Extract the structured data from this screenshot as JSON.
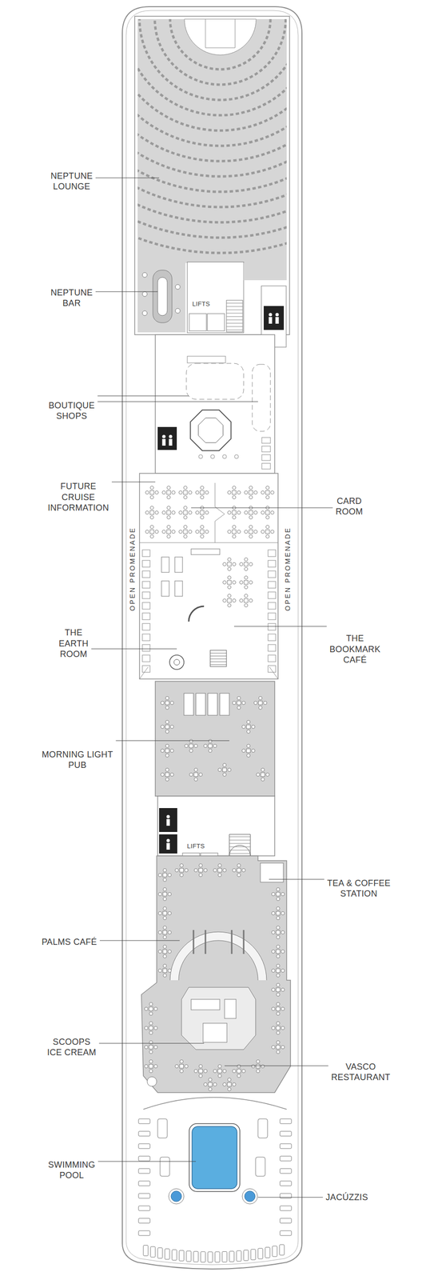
{
  "diagram": {
    "labels": [
      "NEPTUNE LOUNGE",
      "NEPTUNE BAR",
      "LIFTS",
      "BOUTIQUE SHOPS",
      "FUTURE CRUISE INFORMATION",
      "CARD ROOM",
      "OPEN PROMENADE",
      "OPEN PROMENADE",
      "THE EARTH ROOM",
      "THE BOOKMARK CAFÉ",
      "MORNING LIGHT PUB",
      "LIFTS",
      "TEA & COFFEE STATION",
      "PALMS CAFÉ",
      "SCOOPS ICE CREAM",
      "VASCO RESTAURANT",
      "SWIMMING POOL",
      "JACÚZZIS"
    ]
  }
}
